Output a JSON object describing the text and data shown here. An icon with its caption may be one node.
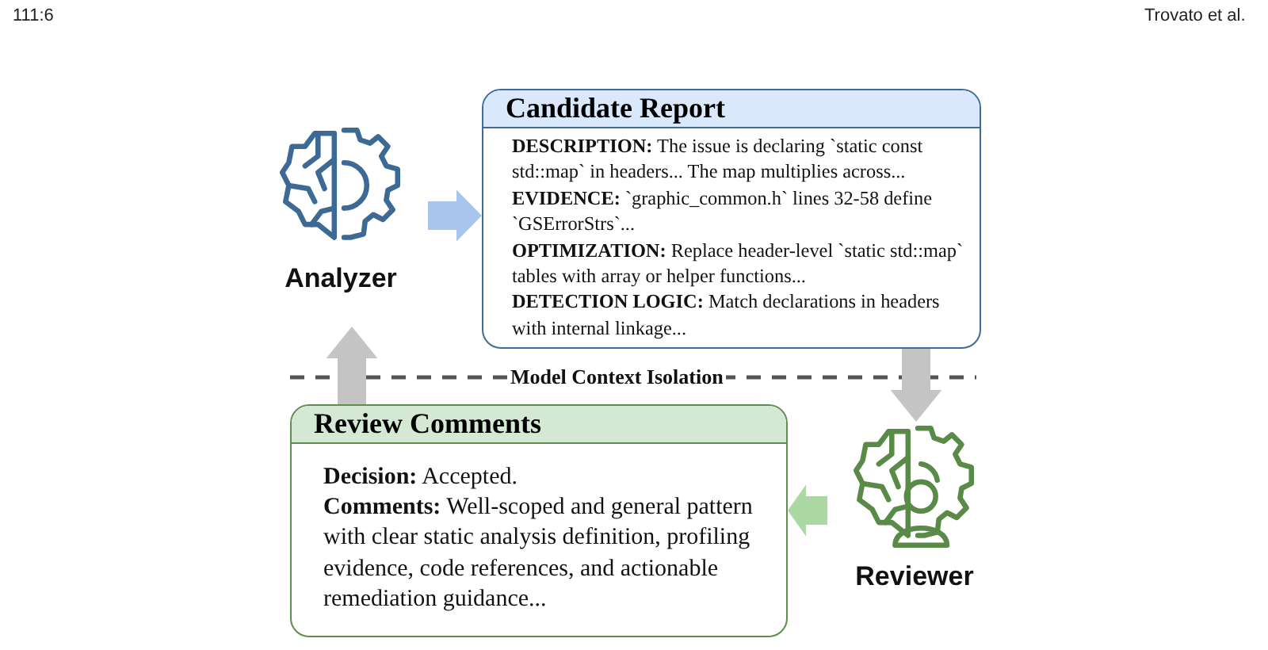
{
  "diagram": {
    "nodes": [
      {
        "text": [
          "Analyzer"
        ]
      },
      {
        "text": [
          "Candidate Report",
          "**DESCRIPTION:** The issue is declaring `static const std::map` in headers... The map multiplies across...",
          "**EVIDENCE:** `graphic_common.h` lines 32-58 define `GSErrorStrs`...",
          "**OPTIMIZATION:** Replace header-level `static std::map` tables with array or helper functions...",
          "**DETECTION LOGIC:** Match declarations in headers with internal linkage..."
        ]
      },
      {
        "text": [
          "Reviewer"
        ]
      },
      {
        "text": [
          "Review Comments",
          "**Decision:** Accepted.",
          "**Comments:** Well-scoped and general pattern with clear static analysis definition, profiling evidence, code references, and actionable remediation guidance..."
        ]
      }
    ],
    "edges": [
      {
        "from": 0,
        "to": 1,
        "arrow": "to",
        "color": "#a9c5ec"
      },
      {
        "from": 1,
        "to": 2,
        "arrow": "to"
      },
      {
        "from": 2,
        "to": 3,
        "arrow": "to",
        "color": "#acd8a4"
      },
      {
        "from": 3,
        "to": 0,
        "arrow": "to"
      }
    ],
    "labels": [
      "111:6",
      "Trovato et al.",
      "Model Context Isolation"
    ]
  }
}
